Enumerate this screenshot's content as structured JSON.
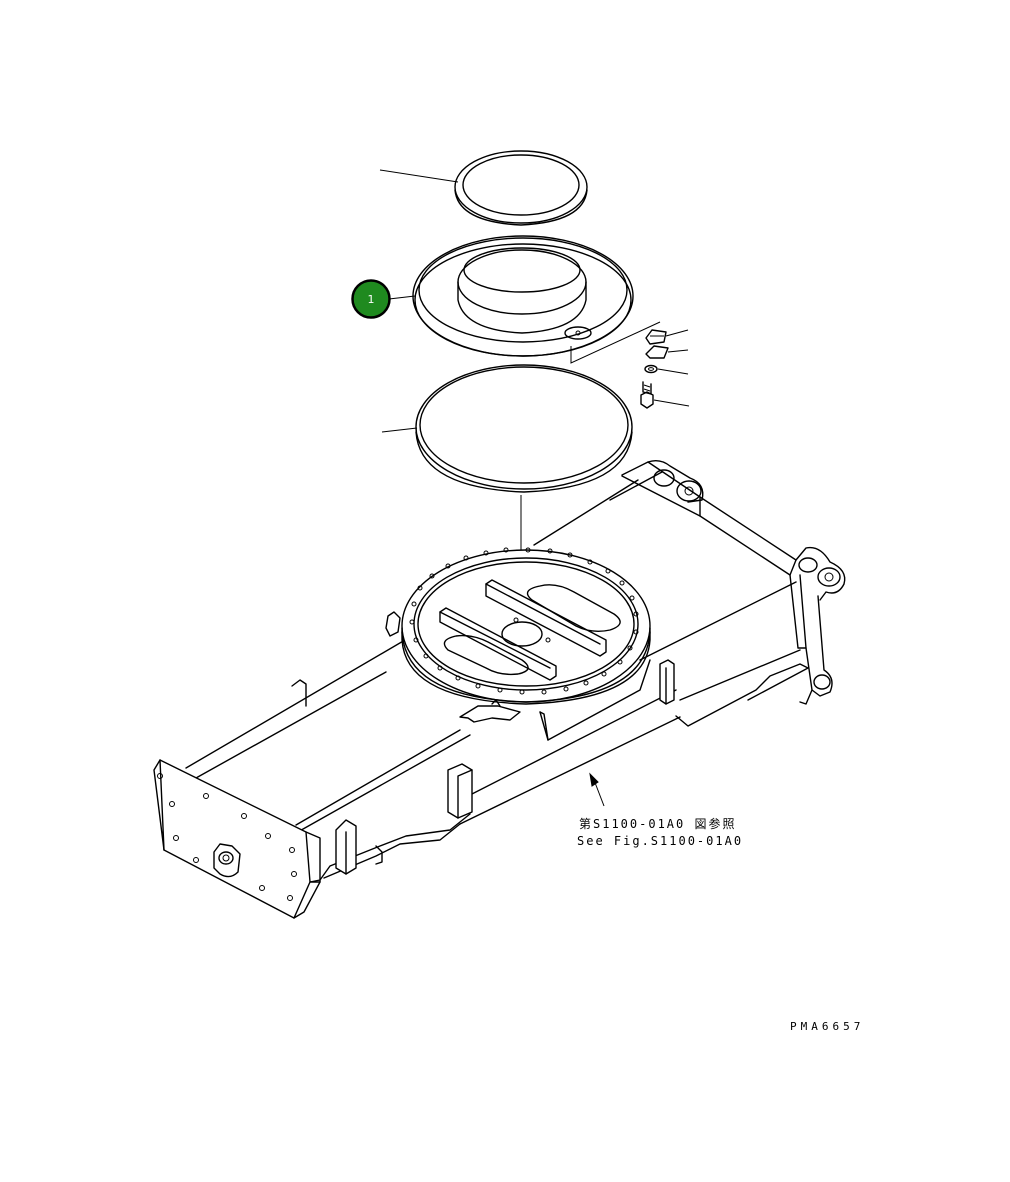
{
  "callout": {
    "number": "1",
    "fill": "#1f8a1f",
    "stroke": "#000000"
  },
  "reference_note": {
    "japanese": "第S1100-01A0 図参照",
    "english": "See Fig.S1100-01A0"
  },
  "drawing_code": "PMA6657"
}
